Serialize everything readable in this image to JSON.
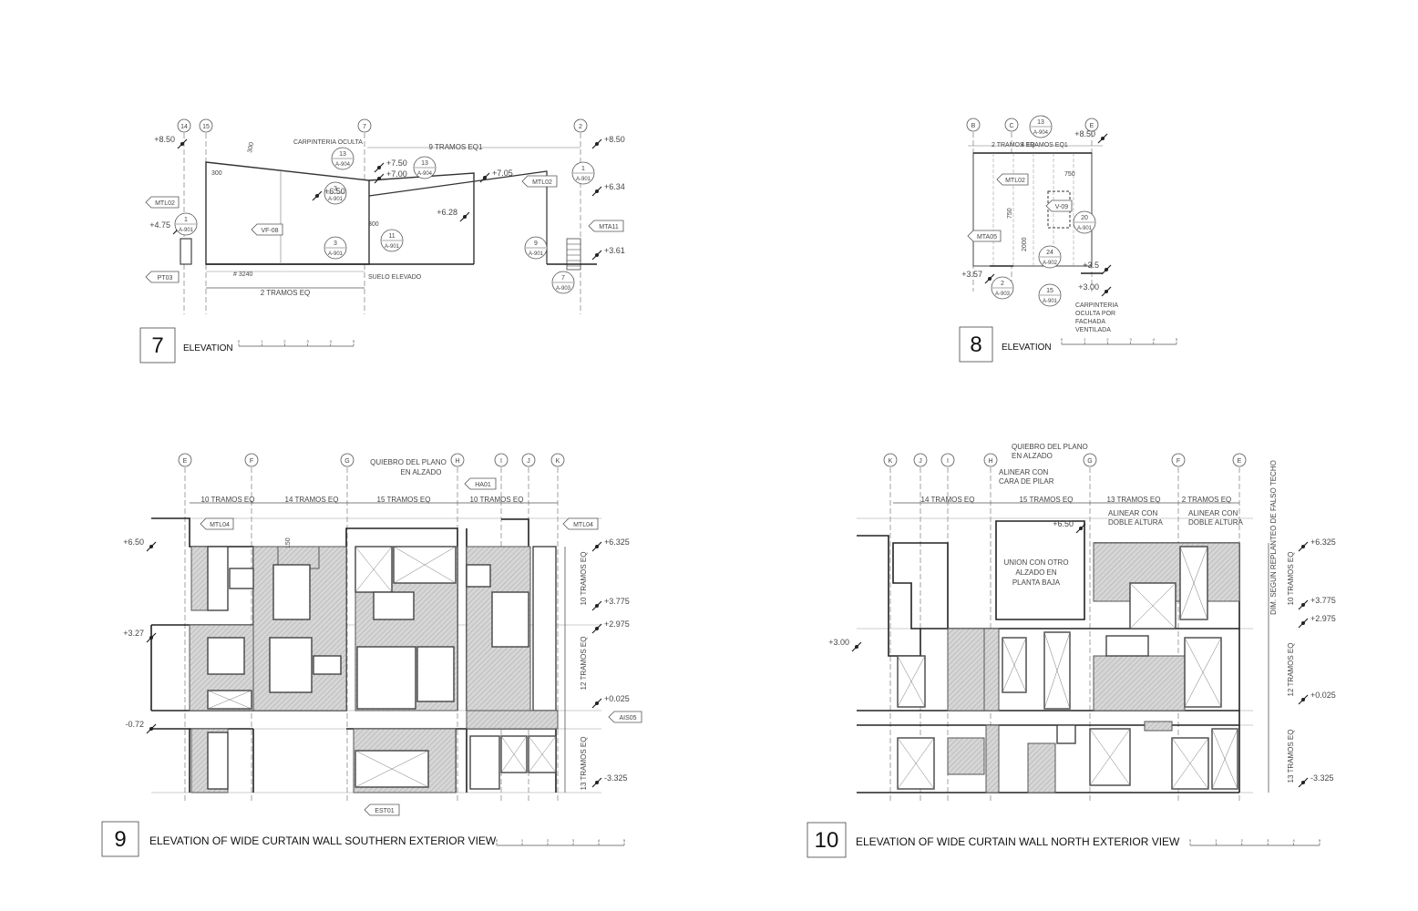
{
  "views": [
    {
      "number": "7",
      "title": "ELEVATION",
      "grid": [
        "14",
        "15",
        "7",
        "2"
      ],
      "levels": [
        "+8.50",
        "+4.75",
        "+6.50",
        "+7.50",
        "+7.00",
        "+7.05",
        "+6.28",
        "+8.50",
        "+6.34",
        "+3.61"
      ],
      "tags": [
        "MTL02",
        "PT03",
        "VF-08",
        "MTL02",
        "MTA11"
      ],
      "refs": [
        {
          "n": "1",
          "s": "A-901"
        },
        {
          "n": "13",
          "s": "A-904"
        },
        {
          "n": "13",
          "s": "A-904"
        },
        {
          "n": "3",
          "s": "A-901"
        },
        {
          "n": "11",
          "s": "A-901"
        },
        {
          "n": "3",
          "s": "A-901"
        },
        {
          "n": "1",
          "s": "A-901"
        },
        {
          "n": "9",
          "s": "A-901"
        },
        {
          "n": "7",
          "s": "A-903"
        }
      ],
      "notes": [
        "CARPINTERIA OCULTA",
        "9 TRAMOS EQ1",
        "300",
        "300",
        "300",
        "# 3240",
        "2 TRAMOS EQ",
        "SUELO ELEVADO"
      ],
      "scale": [
        "0",
        "1",
        "2",
        "3",
        "4",
        "5"
      ]
    },
    {
      "number": "8",
      "title": "ELEVATION",
      "grid": [
        "B",
        "C",
        "E"
      ],
      "levels": [
        "+8.50",
        "+3.57",
        "+3.5",
        "+3.00"
      ],
      "tags": [
        "MTL02",
        "MTA05",
        "V-09"
      ],
      "refs": [
        {
          "n": "13",
          "s": "A-904"
        },
        {
          "n": "20",
          "s": "A-901"
        },
        {
          "n": "24",
          "s": "A-902"
        },
        {
          "n": "2",
          "s": "A-903"
        },
        {
          "n": "15",
          "s": "A-901"
        }
      ],
      "notes": [
        "2 TRAMOS EQ",
        "4 TRAMOS EQ1",
        "750",
        "750",
        "2000",
        "CARPINTERIA",
        "OCULTA POR",
        "FACHADA",
        "VENTILADA"
      ],
      "scale": [
        "0",
        "1",
        "2",
        "3",
        "4",
        "5"
      ]
    },
    {
      "number": "9",
      "title": "ELEVATION OF WIDE CURTAIN WALL SOUTHERN EXTERIOR VIEW",
      "grid": [
        "E",
        "F",
        "G",
        "H",
        "I",
        "J",
        "K"
      ],
      "levels": [
        "+6.50",
        "+3.27",
        "-0.72",
        "+6.325",
        "+3.775",
        "+2.975",
        "+0.025",
        "-3.325"
      ],
      "tags": [
        "MTL04",
        "HA01",
        "MTL04",
        "AIS05",
        "EST01"
      ],
      "spans": [
        "10 TRAMOS EQ",
        "14 TRAMOS EQ",
        "15 TRAMOS EQ",
        "10 TRAMOS EQ"
      ],
      "vspans": [
        "10 TRAMOS EQ",
        "12 TRAMOS EQ",
        "13 TRAMOS EQ"
      ],
      "notes": [
        "QUIEBRO DEL PLANO",
        "EN ALZADO",
        "150"
      ],
      "scale": [
        "0",
        "1",
        "2",
        "3",
        "4",
        "5"
      ]
    },
    {
      "number": "10",
      "title": "ELEVATION OF WIDE CURTAIN WALL NORTH EXTERIOR VIEW",
      "grid": [
        "K",
        "J",
        "I",
        "H",
        "G",
        "F",
        "E"
      ],
      "levels": [
        "+6.50",
        "+3.00",
        "+6.325",
        "+3.775",
        "+2.975",
        "+0.025",
        "-3.325"
      ],
      "spans": [
        "14 TRAMOS EQ",
        "15 TRAMOS EQ",
        "13 TRAMOS EQ",
        "2 TRAMOS EQ"
      ],
      "vspans": [
        "10 TRAMOS EQ",
        "12 TRAMOS EQ",
        "13 TRAMOS EQ"
      ],
      "notes": [
        "QUIEBRO DEL PLANO",
        "EN ALZADO",
        "ALINEAR CON",
        "CARA DE PILAR",
        "ALINEAR CON",
        "DOBLE ALTURA",
        "ALINEAR CON",
        "DOBLE ALTURA",
        "UNION CON OTRO",
        "ALZADO EN",
        "PLANTA BAJA",
        "DIM. SEGUN REPLANTEO DE FALSO TECHO"
      ],
      "scale": [
        "0",
        "1",
        "2",
        "3",
        "4",
        "5"
      ]
    }
  ]
}
